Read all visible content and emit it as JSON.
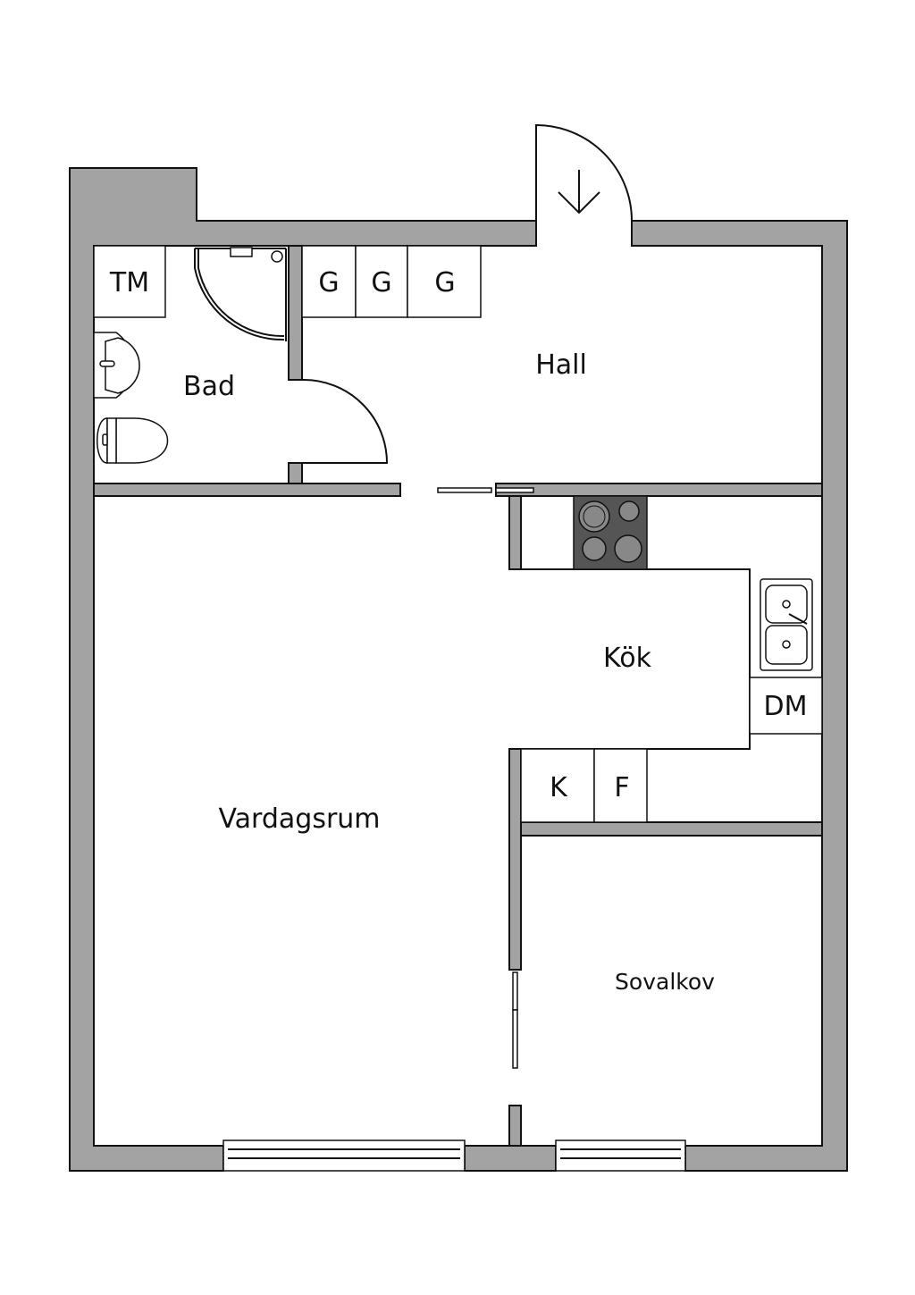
{
  "rooms": {
    "bad": "Bad",
    "hall": "Hall",
    "kok": "Kök",
    "vardagsrum": "Vardagsrum",
    "sovalkov": "Sovalkov"
  },
  "fixtures": {
    "tm": "TM",
    "g1": "G",
    "g2": "G",
    "g3": "G",
    "dm": "DM",
    "k": "K",
    "f": "F"
  },
  "colors": {
    "wall": "#a3a3a3",
    "stove": "#555555",
    "line": "#111111"
  }
}
